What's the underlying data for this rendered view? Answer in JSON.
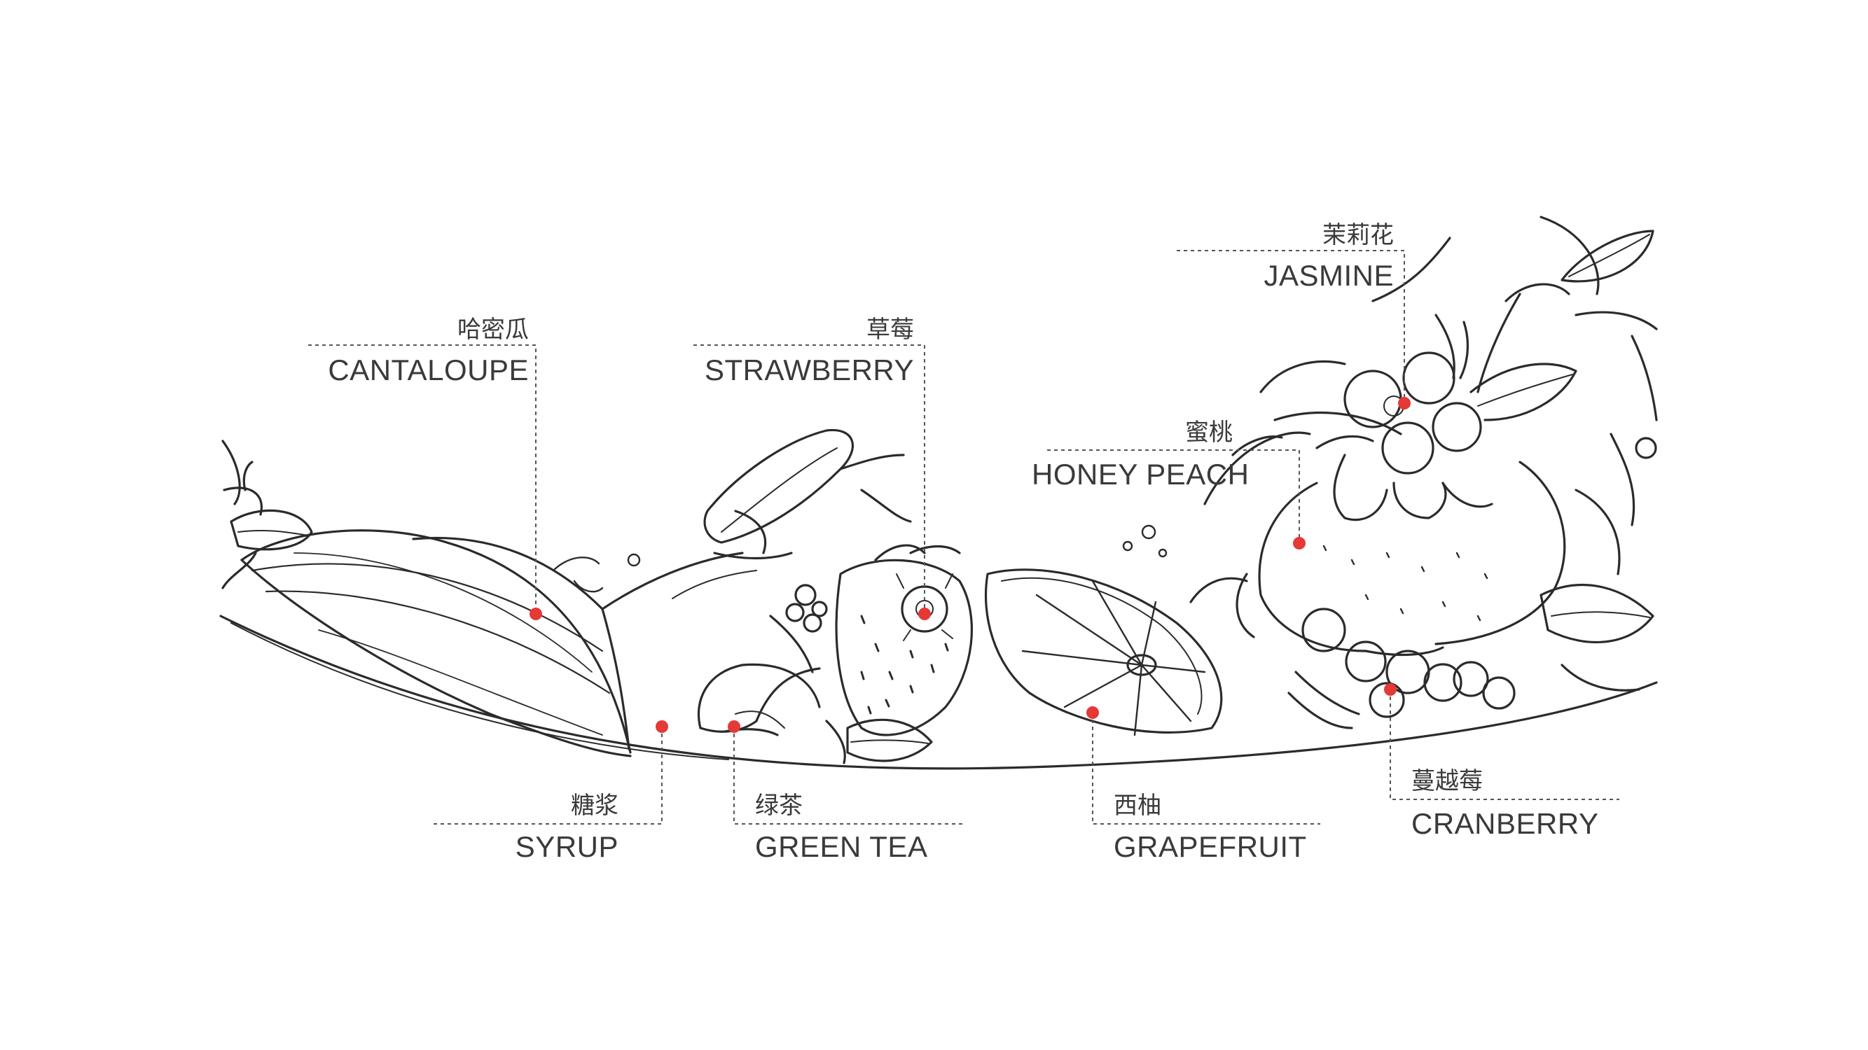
{
  "colors": {
    "ink": "#2b2b2b",
    "label": "#3a3a3a",
    "marker": "#e53935",
    "leader": "#555555"
  },
  "labels": {
    "cantaloupe": {
      "zh": "哈密瓜",
      "en": "CANTALOUPE"
    },
    "strawberry": {
      "zh": "草莓",
      "en": "STRAWBERRY"
    },
    "jasmine": {
      "zh": "茉莉花",
      "en": "JASMINE"
    },
    "honey_peach": {
      "zh": "蜜桃",
      "en": "HONEY PEACH"
    },
    "syrup": {
      "zh": "糖浆",
      "en": "SYRUP"
    },
    "green_tea": {
      "zh": "绿茶",
      "en": "GREEN TEA"
    },
    "grapefruit": {
      "zh": "西柚",
      "en": "GRAPEFRUIT"
    },
    "cranberry": {
      "zh": "蔓越莓",
      "en": "CRANBERRY"
    }
  }
}
